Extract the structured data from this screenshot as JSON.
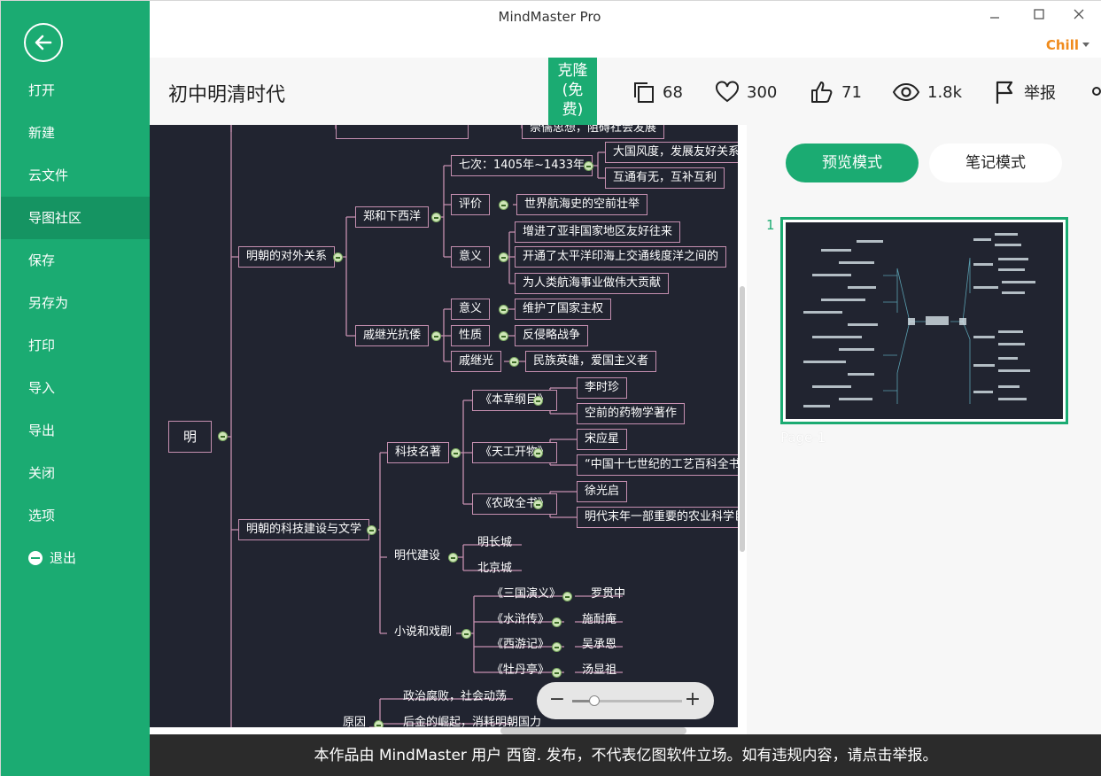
{
  "app": {
    "title": "MindMaster Pro",
    "user": "Chill"
  },
  "sidebar": {
    "items": [
      {
        "label": "打开"
      },
      {
        "label": "新建"
      },
      {
        "label": "云文件"
      },
      {
        "label": "导图社区",
        "active": true
      },
      {
        "label": "保存"
      },
      {
        "label": "另存为"
      },
      {
        "label": "打印"
      },
      {
        "label": "导入"
      },
      {
        "label": "导出"
      },
      {
        "label": "关闭"
      },
      {
        "label": "选项"
      },
      {
        "label": "退出"
      }
    ]
  },
  "header": {
    "title": "初中明清时代",
    "clone_label_1": "克隆",
    "clone_label_2": "(免",
    "clone_label_3": "费)",
    "stats": {
      "copies": "68",
      "favorites": "300",
      "likes": "71",
      "views": "1.8k"
    },
    "report_label": "举报"
  },
  "mindmap": {
    "root": "明",
    "b_foreign": "明朝的对外关系",
    "b_tech": "明朝的科技建设与文学",
    "zheng": "郑和下西洋",
    "qi": "戚继光抗倭",
    "zh_voyages": "七次：1405年~1433年",
    "zh_voy_1": "大国风度，发展友好关系",
    "zh_voy_2": "互通有无，互补互利",
    "zh_eval": "评价",
    "zh_eval_1": "世界航海史的空前壮举",
    "zh_sig": "意义",
    "zh_sig_1": "增进了亚非国家地区友好往来",
    "zh_sig_2": "开通了太平洋印海上交通线度洋之间的",
    "zh_sig_3": "为人类航海事业做伟大贡献",
    "qi_sig": "意义",
    "qi_sig_1": "维护了国家主权",
    "qi_nat": "性质",
    "qi_nat_1": "反侵略战争",
    "qi_person": "戚继光",
    "qi_person_1": "民族英雄，爱国主义者",
    "sci": "科技名著",
    "bc": "《本草纲目》",
    "bc_1": "李时珍",
    "bc_2": "空前的药物学著作",
    "tg": "《天工开物》",
    "tg_1": "宋应星",
    "tg_2": "“中国十七世纪的工艺百科全书”",
    "nz": "《农政全书》",
    "nz_1": "徐光启",
    "nz_2": "明代末年一部重要的农业科学巨著",
    "build": "明代建设",
    "build_1": "明长城",
    "build_2": "北京城",
    "novel": "小说和戏剧",
    "sg": "《三国演义》",
    "sg_1": "罗贯中",
    "sh": "《水浒传》",
    "sh_1": "施耐庵",
    "xy": "《西游记》",
    "xy_1": "吴承恩",
    "md": "《牡丹亭》",
    "md_1": "汤显祖",
    "cause": "原因",
    "cause_1": "政治腐败，社会动荡",
    "cause_2": "后金的崛起，消耗明朝国力",
    "top_cut": "崇儒思想，阻碍社会发展"
  },
  "zoom": {
    "level": 0.2
  },
  "panel": {
    "tab_preview": "预览模式",
    "tab_notes": "笔记模式",
    "page_index": "1",
    "page_label": "Page-1"
  },
  "footer": {
    "notice": "本作品由 MindMaster 用户 西窗. 发布，不代表亿图软件立场。如有违规内容，请点击举报。"
  },
  "colors": {
    "brand": "#1bab72",
    "canvas": "#212430",
    "branch": "#c58fb0",
    "user": "#f08b1c"
  }
}
